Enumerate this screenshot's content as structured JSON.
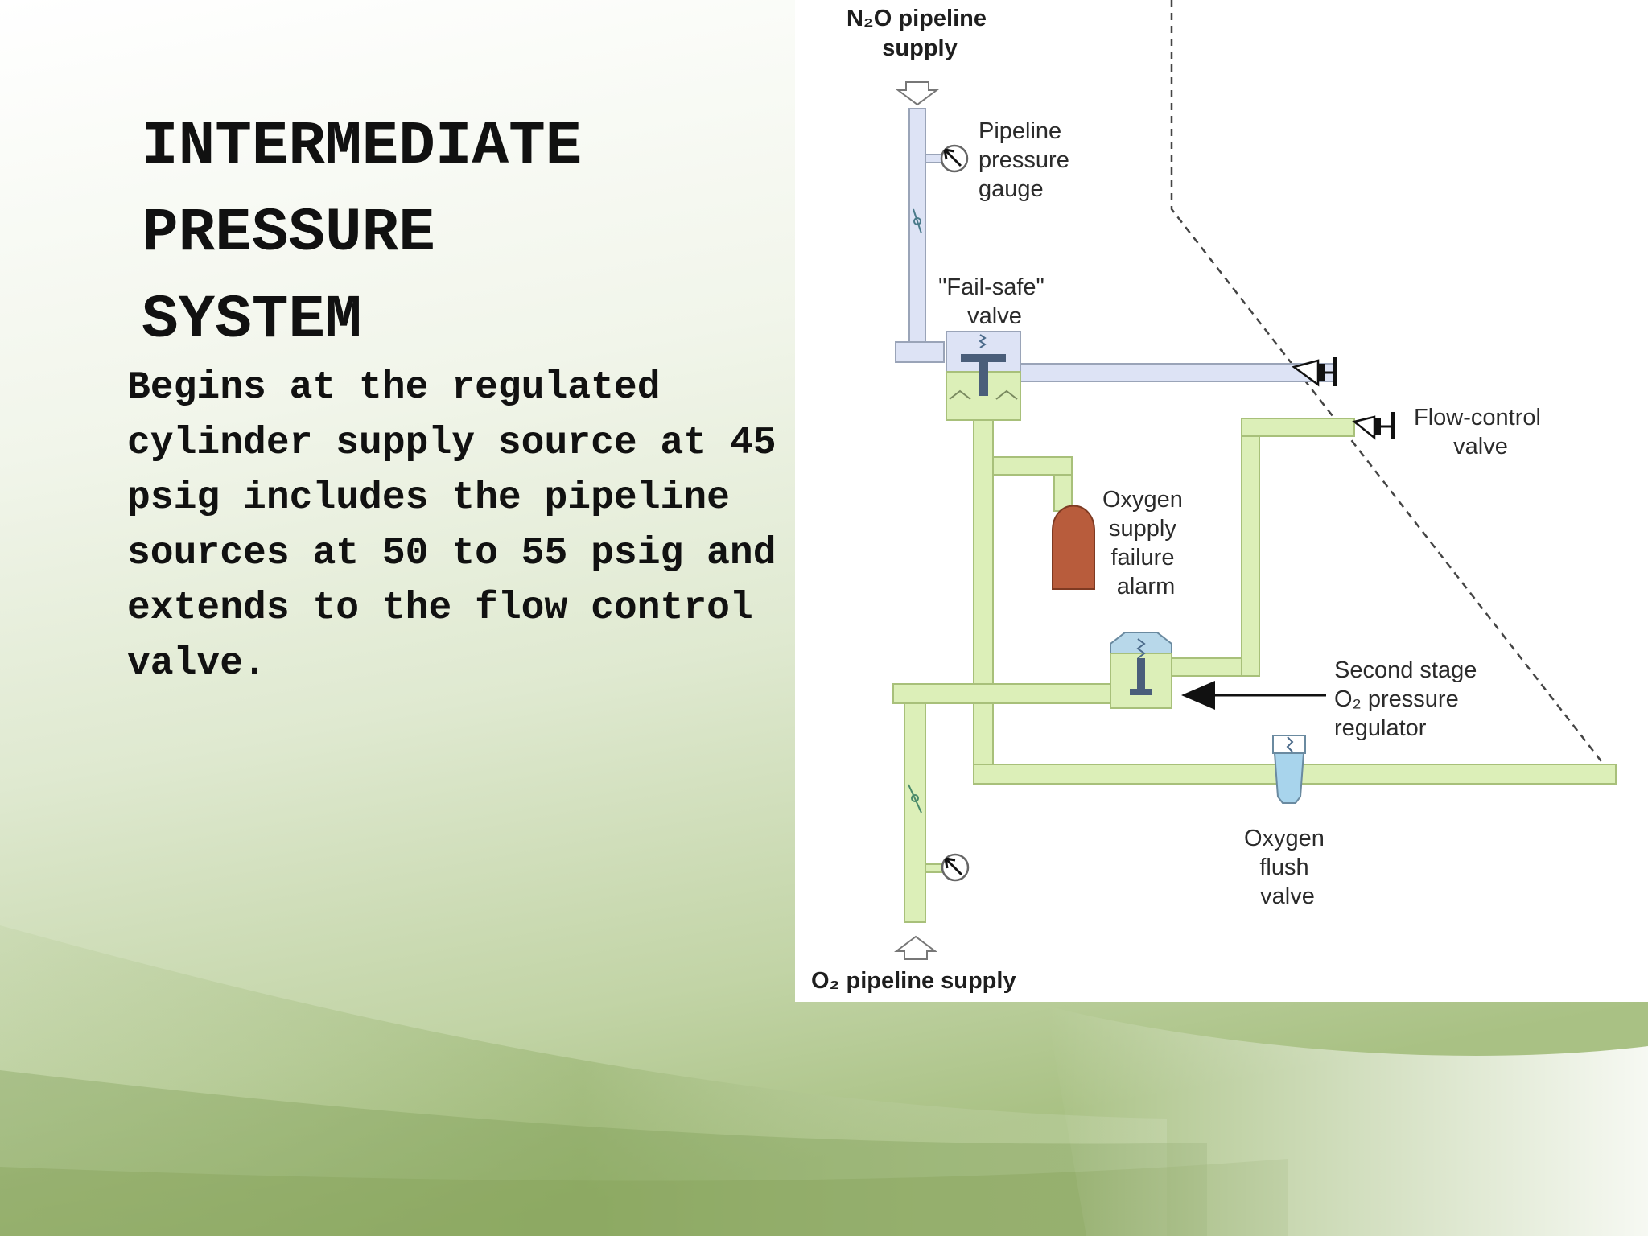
{
  "slide": {
    "title": "INTERMEDIATE\nPRESSURE\nSYSTEM",
    "body": "Begins at the regulated cylinder supply source at 45 psig includes the pipeline sources at 50 to 55 psig and extends to the flow control valve."
  },
  "diagram": {
    "labels": {
      "n2o_supply": [
        "N₂O pipeline",
        "supply"
      ],
      "pipeline_gauge": [
        "Pipeline",
        "pressure",
        "gauge"
      ],
      "fail_safe": [
        "\"Fail-safe\"",
        "valve"
      ],
      "flow_control": [
        "Flow-control",
        "valve"
      ],
      "o2_alarm": [
        "Oxygen",
        "supply",
        "failure",
        "alarm"
      ],
      "second_stage": [
        "Second stage",
        "O₂ pressure",
        "regulator"
      ],
      "flush_valve": [
        "Oxygen",
        "flush",
        "valve"
      ],
      "o2_supply": "O₂ pipeline supply"
    },
    "colors": {
      "n2o_pipe": "#dde3f5",
      "o2_pipe": "#dcefb8",
      "pipe_outline": "#9aa4b8",
      "o2_outline": "#a8c07a",
      "alarm": "#b85c3c",
      "regulator": "#b8d8ea",
      "flush": "#a8d4ec"
    }
  }
}
